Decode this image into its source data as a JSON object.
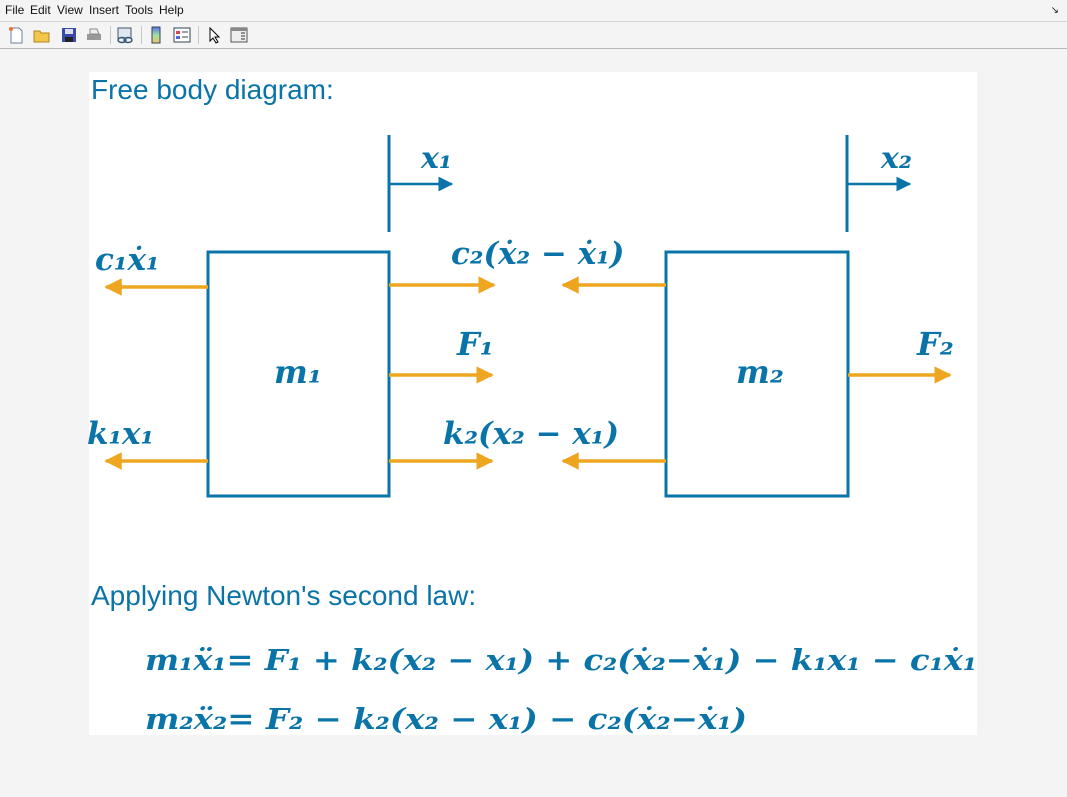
{
  "menu": [
    "File",
    "Edit",
    "View",
    "Insert",
    "Tools",
    "Help"
  ],
  "toolbar_icons": [
    "new-figure-icon",
    "open-file-icon",
    "save-icon",
    "print-icon",
    "link-plot-icon",
    "colorbar-icon",
    "legend-icon",
    "pointer-icon",
    "property-inspector-icon"
  ],
  "colors": {
    "blue": "#0a74a8",
    "orange": "#eea51f",
    "background": "#f4f4f4"
  },
  "diagram": {
    "title": "Free body diagram:",
    "x1_label": "x₁",
    "x2_label": "x₂",
    "mass1": "m₁",
    "mass2": "m₂",
    "damper1_force": "c₁ẋ₁",
    "damper2_force": "c₂(ẋ₂ − ẋ₁)",
    "force1": "F₁",
    "force2": "F₂",
    "spring1_force": "k₁x₁",
    "spring2_force": "k₂(x₂ − x₁)"
  },
  "newton": {
    "title": "Applying Newton's second law:",
    "eq1": "m₁ẍ₁= F₁ + k₂(x₂ − x₁) + c₂(ẋ₂−ẋ₁) − k₁x₁ − c₁ẋ₁",
    "eq2": "m₂ẍ₂= F₂ − k₂(x₂ − x₁) − c₂(ẋ₂−ẋ₁)"
  }
}
